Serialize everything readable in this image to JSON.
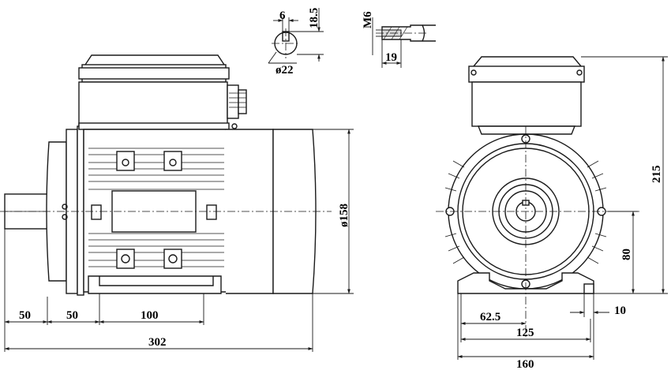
{
  "dimensions": {
    "keyway_width": "6",
    "keyway_depth": "18.5",
    "shaft_diameter": "ø22",
    "thread": "M6",
    "thread_depth": "19",
    "shaft_length": "50",
    "shaft_to_foot": "50",
    "foot_spacing_side": "100",
    "overall_length": "302",
    "body_diameter": "ø158",
    "overall_height": "215",
    "shaft_height": "80",
    "foot_thickness": "10",
    "half_foot_spacing": "62.5",
    "foot_spacing_front": "125",
    "overall_width": "160"
  }
}
